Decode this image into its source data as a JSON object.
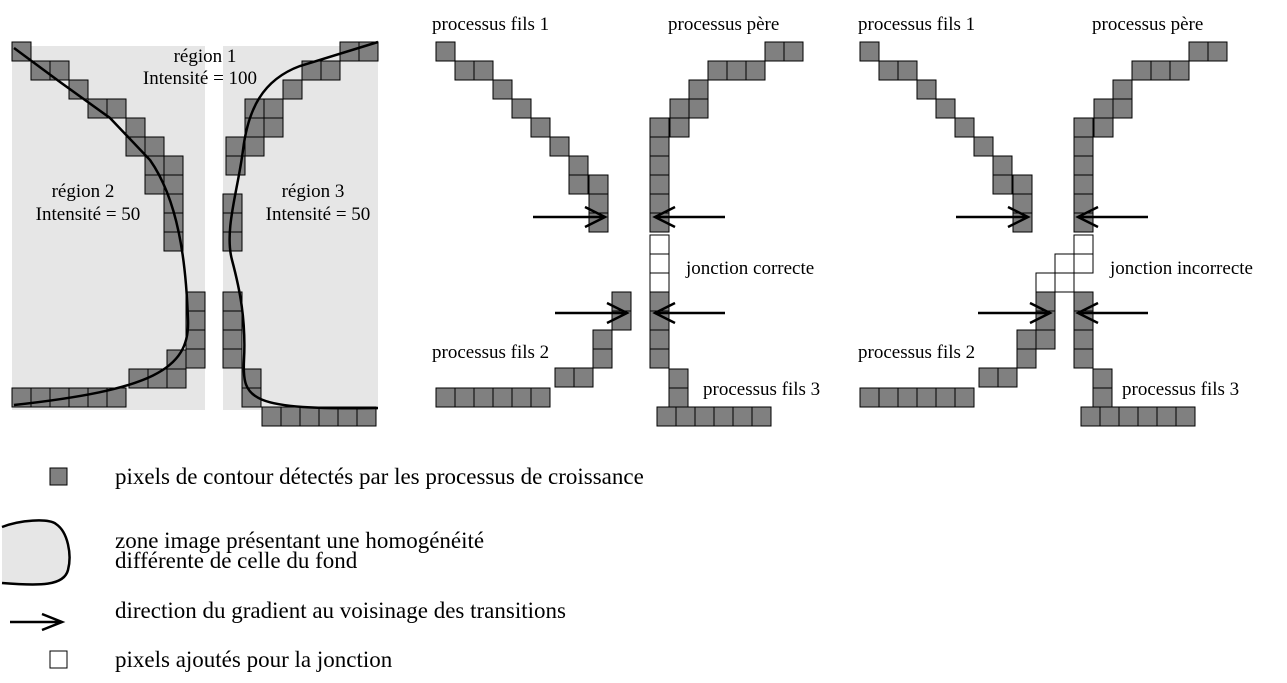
{
  "panel1": {
    "region1": {
      "name": "région 1",
      "intensity": "Intensité = 100"
    },
    "region2": {
      "name": "région 2",
      "intensity": "Intensité = 50"
    },
    "region3": {
      "name": "région 3",
      "intensity": "Intensité = 50"
    }
  },
  "panel2": {
    "child1": "processus fils 1",
    "father": "processus père",
    "child2": "processus fils 2",
    "child3": "processus fils 3",
    "junction": "jonction correcte"
  },
  "panel3": {
    "child1": "processus fils 1",
    "father": "processus père",
    "child2": "processus fils 2",
    "child3": "processus fils 3",
    "junction": "jonction incorrecte"
  },
  "legend": {
    "contour_pixels": "pixels de contour détectés par les processus de croissance",
    "zone_line1": "zone image présentant une homogénéité",
    "zone_line2": "différente de celle du fond",
    "gradient": "direction du gradient au voisinage des transitions",
    "added_pixels": "pixels ajoutés pour la jonction"
  },
  "colors": {
    "contour_pixel": "#808080",
    "added_pixel": "#ffffff",
    "region_fill": "#e6e6e6"
  }
}
